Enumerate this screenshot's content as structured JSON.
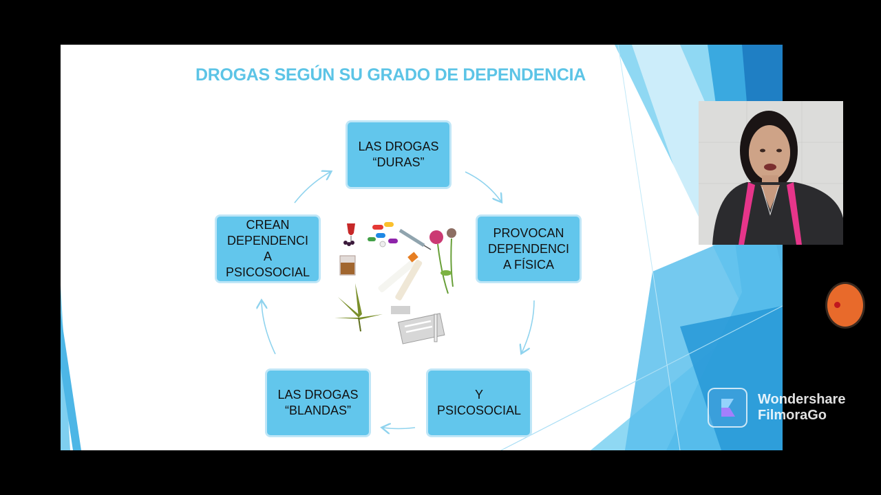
{
  "slide": {
    "title": "DROGAS SEGÚN SU GRADO DE DEPENDENCIA",
    "nodes": {
      "duras": "LAS DROGAS\n“DURAS”",
      "fisica": "PROVOCAN\nDEPENDENCI\nA FÍSICA",
      "psicosocial": "Y\nPSICOSOCIAL",
      "blandas": "LAS DROGAS\n“BLANDAS”",
      "crean": "CREAN\nDEPENDENCI\nA\nPSICOSOCIAL"
    },
    "colors": {
      "title": "#5cc4e6",
      "node_fill": "#62c6ec",
      "node_border": "#bfe6f7",
      "arrow": "#8fd3ee",
      "deco_dark": "#1f8fd1",
      "deco_light": "#7fd1f0"
    }
  },
  "watermark": {
    "line1": "Wondershare",
    "line2": "FilmoraGo"
  },
  "icons": [
    "drugs-collage-image",
    "webcam-overlay",
    "record-indicator-icon",
    "filmorago-logo-icon"
  ]
}
